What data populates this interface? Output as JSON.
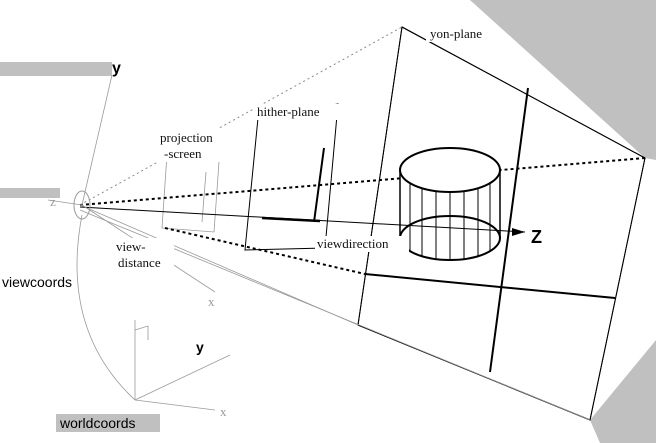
{
  "labels": {
    "yon_plane": "yon-plane",
    "hither_plane": "hither-plane",
    "projection_screen_line1": "projection",
    "projection_screen_line2": "-screen",
    "view_distance_line1": "view-",
    "view_distance_line2": "distance",
    "view_direction": "viewdirection",
    "z_axis": "Z",
    "y_axis_top": "y",
    "x_view": "x",
    "y_world": "y",
    "x_world": "x",
    "z_world": "z",
    "viewcoords": "viewcoords",
    "worldcoords": "worldcoords"
  },
  "colors": {
    "gray_fill": "#c0c0c0",
    "stroke": "#000000",
    "background": "#ffffff"
  }
}
